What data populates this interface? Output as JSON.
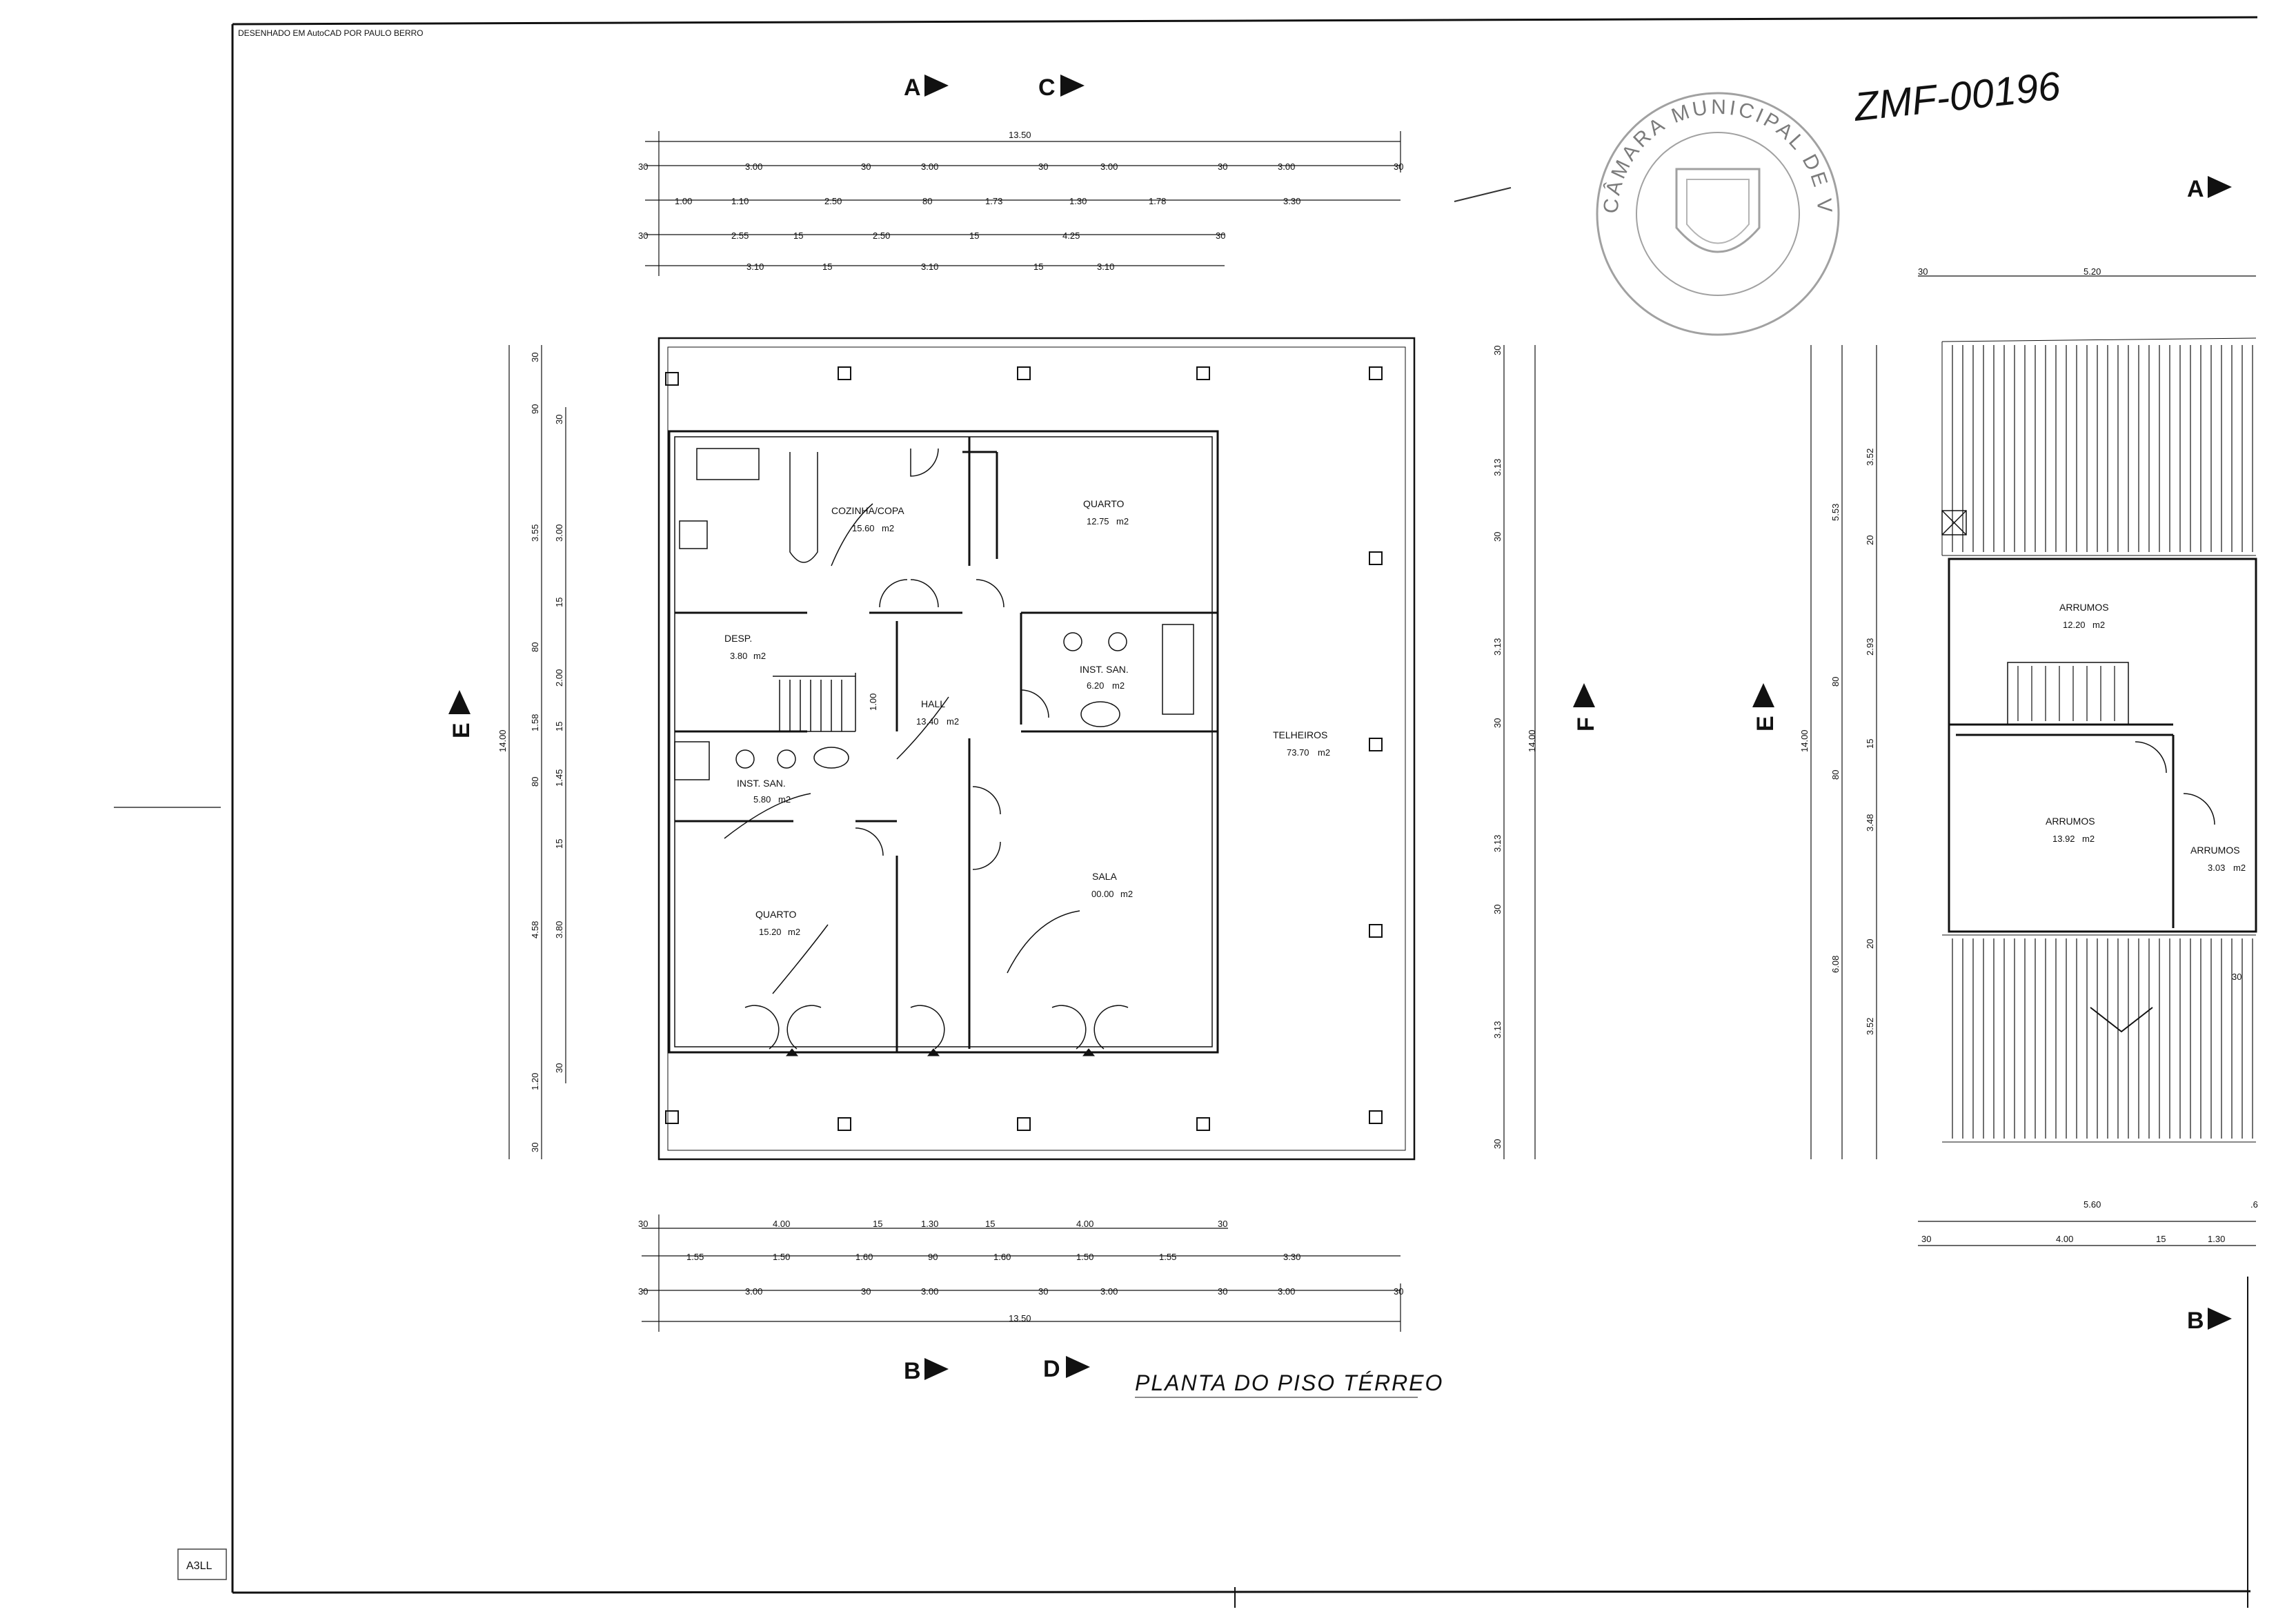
{
  "header": {
    "drawn_by": "DESENHADO EM AutoCAD POR PAULO BERRO",
    "handwritten_ref": "ZMF-00196",
    "sheet_size": "A3LL",
    "plan_title": "PLANTA DO PISO TÉRREO"
  },
  "stamp": {
    "text": "CÂMARA MUNICIPAL DE VENDAS NOVAS"
  },
  "section_markers": {
    "a": "A",
    "b": "B",
    "c": "C",
    "d": "D",
    "e": "E",
    "f": "F"
  },
  "ground_floor": {
    "rooms": {
      "cozinha": {
        "name": "COZINHA/COPA",
        "area": "15.60"
      },
      "quarto_ne": {
        "name": "QUARTO",
        "area": "12.75"
      },
      "desp": {
        "name": "DESP.",
        "area": "3.80"
      },
      "hall": {
        "name": "HALL",
        "area": "13.40"
      },
      "inst_san_e": {
        "name": "INST. SAN.",
        "area": "6.20"
      },
      "inst_san_w": {
        "name": "INST. SAN.",
        "area": "5.80"
      },
      "quarto_sw": {
        "name": "QUARTO",
        "area": "15.20"
      },
      "sala": {
        "name": "SALA",
        "area": "00.00"
      },
      "telheiros": {
        "name": "TELHEIROS",
        "area": "73.70"
      }
    },
    "area_unit": "m2",
    "stair_label": "1.00",
    "top_dims": {
      "total": "13.50",
      "row1": [
        "30",
        "3.00",
        "30",
        "3.00",
        "30",
        "3.00",
        "30",
        "3.00",
        "30"
      ],
      "row2": [
        "1.00",
        "1.10",
        "2.50",
        "80",
        "1.73",
        "1.30",
        "1.78",
        "3.30"
      ],
      "row3": [
        "30",
        "2.55",
        "15",
        "2.50",
        "15",
        "4.25",
        "30"
      ],
      "row4": [
        "3.10",
        "15",
        "3.10",
        "15",
        "3.10"
      ]
    },
    "bottom_dims": {
      "total": "13.50",
      "row1": [
        "30",
        "4.00",
        "15",
        "1.30",
        "15",
        "4.00",
        "30"
      ],
      "row2": [
        "1.55",
        "1.50",
        "1.60",
        "90",
        "1.60",
        "1.50",
        "1.55",
        "3.30"
      ],
      "row3": [
        "30",
        "3.00",
        "30",
        "3.00",
        "30",
        "3.00",
        "30",
        "3.00",
        "30"
      ]
    },
    "left_dims": {
      "total": "14.00",
      "outer": [
        "30",
        "90",
        "3.55",
        "80",
        "1.58",
        "80",
        "4.58",
        "1.20",
        "30"
      ],
      "inner": [
        "30",
        "3.00",
        "15",
        "2.00",
        "15",
        "1.45",
        "15",
        "3.80",
        "30"
      ]
    },
    "right_dims": {
      "total": "14.00",
      "values": [
        "30",
        "3.13",
        "30",
        "3.13",
        "30",
        "3.13",
        "30",
        "3.13",
        "30"
      ]
    }
  },
  "upper_floor": {
    "rooms": {
      "arrumos_top": {
        "name": "ARRUMOS",
        "area": "12.20"
      },
      "arrumos_mid": {
        "name": "ARRUMOS",
        "area": "13.92"
      },
      "arrumos_small": {
        "name": "ARRUMOS",
        "area": "3.03"
      }
    },
    "top_dims": [
      "30",
      "5.20"
    ],
    "left_dims": {
      "total": "14.00",
      "outer": [
        "5.53",
        "80",
        "80",
        "6.08"
      ],
      "inner": [
        "3.52",
        "20",
        "2.93",
        "15",
        "3.48",
        "20",
        "3.52"
      ]
    },
    "bottom_dims": {
      "row1": [
        "5.60",
        ".6"
      ],
      "row2": [
        "30",
        "4.00",
        "15",
        "1.30"
      ]
    },
    "misc": "30"
  }
}
